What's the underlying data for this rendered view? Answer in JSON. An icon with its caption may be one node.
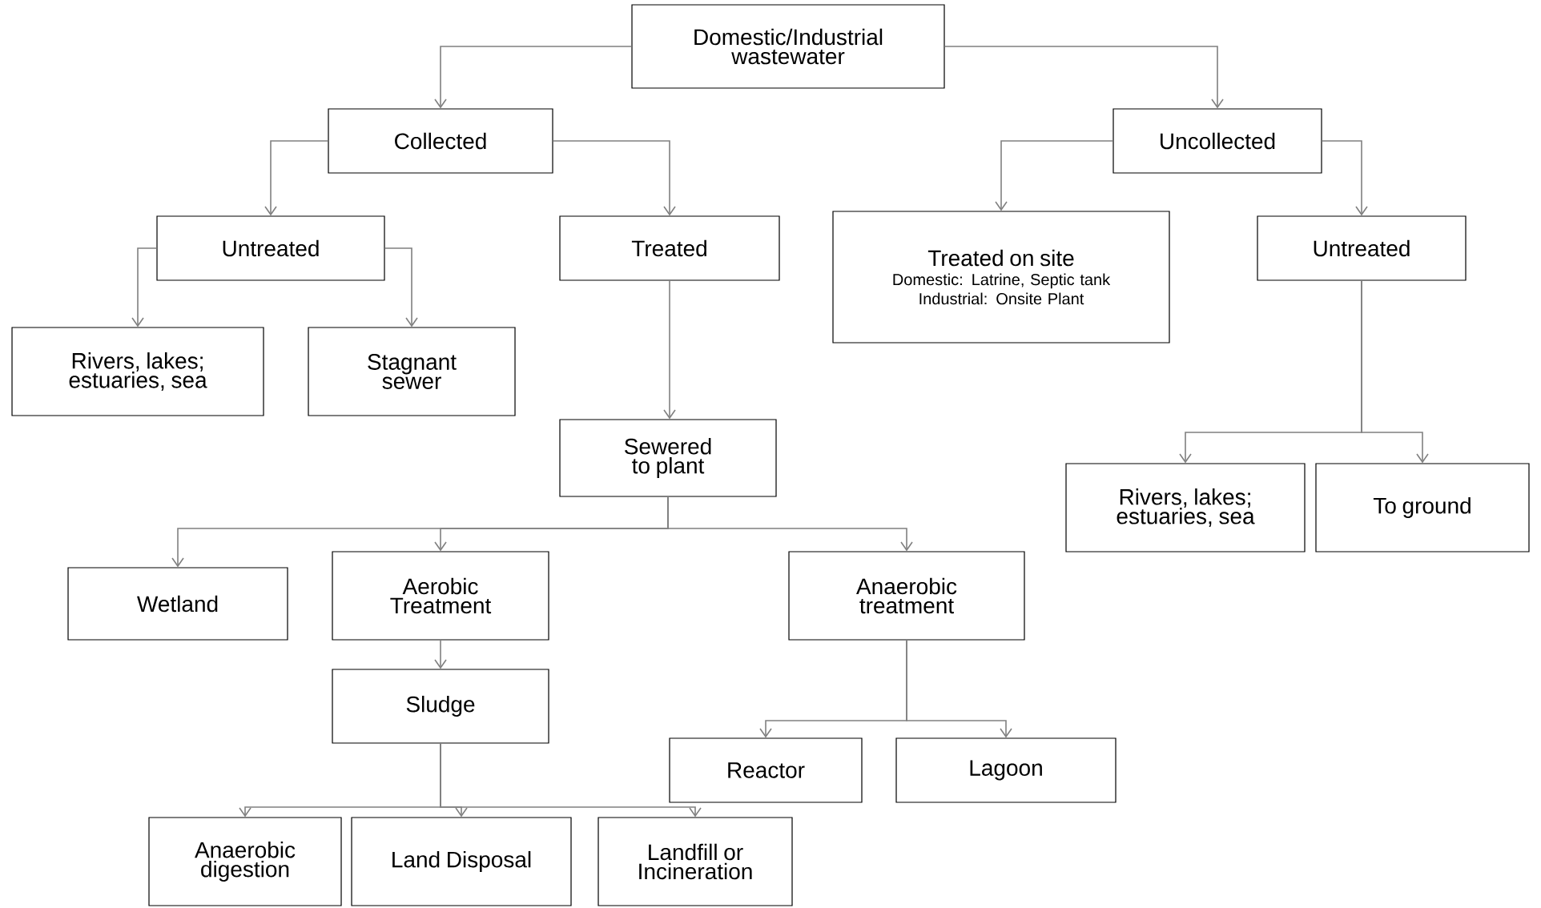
{
  "diagram": {
    "nodes": [
      {
        "text": [
          "Domestic/Industrial wastewater"
        ]
      },
      {
        "text": [
          "Collected"
        ]
      },
      {
        "text": [
          "Uncollected"
        ]
      },
      {
        "text": [
          "Untreated"
        ]
      },
      {
        "text": [
          "Treated"
        ]
      },
      {
        "text": [
          "Treated on site",
          "Domestic: Latrine, Septic tank",
          "Industrial: Onsite Plant"
        ]
      },
      {
        "text": [
          "Untreated"
        ]
      },
      {
        "text": [
          "Rivers, lakes; estuaries, sea"
        ]
      },
      {
        "text": [
          "Stagnant sewer"
        ]
      },
      {
        "text": [
          "Sewered to plant"
        ]
      },
      {
        "text": [
          "Rivers, lakes; estuaries, sea"
        ]
      },
      {
        "text": [
          "To ground"
        ]
      },
      {
        "text": [
          "Wetland"
        ]
      },
      {
        "text": [
          "Aerobic Treatment"
        ]
      },
      {
        "text": [
          "Anaerobic treatment"
        ]
      },
      {
        "text": [
          "Sludge"
        ]
      },
      {
        "text": [
          "Reactor"
        ]
      },
      {
        "text": [
          "Lagoon"
        ]
      },
      {
        "text": [
          "Anaerobic digestion"
        ]
      },
      {
        "text": [
          "Land Disposal"
        ]
      },
      {
        "text": [
          "Landfill or Incineration"
        ]
      }
    ],
    "edges": [
      {
        "from": 0,
        "to": 1,
        "arrow": "to"
      },
      {
        "from": 0,
        "to": 2,
        "arrow": "to"
      },
      {
        "from": 1,
        "to": 3,
        "arrow": "to"
      },
      {
        "from": 1,
        "to": 4,
        "arrow": "to"
      },
      {
        "from": 2,
        "to": 5,
        "arrow": "to"
      },
      {
        "from": 2,
        "to": 6,
        "arrow": "to"
      },
      {
        "from": 3,
        "to": 7,
        "arrow": "to"
      },
      {
        "from": 3,
        "to": 8,
        "arrow": "to"
      },
      {
        "from": 4,
        "to": 9,
        "arrow": "to"
      },
      {
        "from": 6,
        "to": 10,
        "arrow": "to"
      },
      {
        "from": 6,
        "to": 11,
        "arrow": "to"
      },
      {
        "from": 9,
        "to": 12,
        "arrow": "to"
      },
      {
        "from": 9,
        "to": 13,
        "arrow": "to"
      },
      {
        "from": 9,
        "to": 14,
        "arrow": "to"
      },
      {
        "from": 13,
        "to": 15,
        "arrow": "to"
      },
      {
        "from": 14,
        "to": 16,
        "arrow": "to"
      },
      {
        "from": 14,
        "to": 17,
        "arrow": "to"
      },
      {
        "from": 15,
        "to": 18,
        "arrow": "to"
      },
      {
        "from": 15,
        "to": 19,
        "arrow": "to"
      },
      {
        "from": 15,
        "to": 20,
        "arrow": "to"
      }
    ]
  }
}
